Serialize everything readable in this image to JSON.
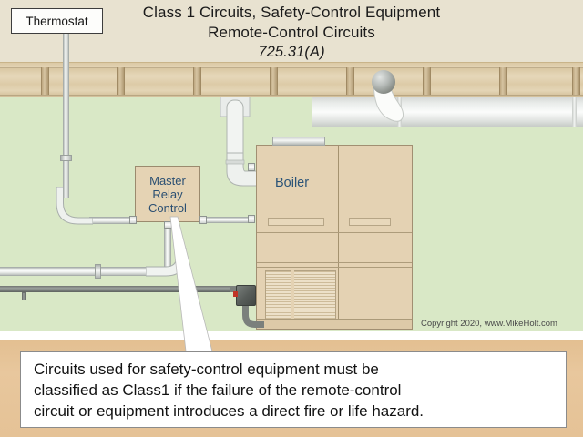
{
  "title": {
    "line1": "Class 1 Circuits, Safety-Control Equipment",
    "line2": "Remote-Control Circuits",
    "line3": "725.31(A)"
  },
  "labels": {
    "thermostat": "Thermostat",
    "boiler": "Boiler",
    "relay_line1": "Master",
    "relay_line2": "Relay",
    "relay_line3": "Control"
  },
  "caption": {
    "line1": "Circuits used for safety-control equipment must be",
    "line2": "classified as Class1 if the failure of the remote-control",
    "line3": "circuit or equipment introduces a direct fire or life hazard."
  },
  "copyright": "Copyright 2020, www.MikeHolt.com",
  "colors": {
    "header_bg": "#e8e2d0",
    "wall_green": "#d9e8c6",
    "floor_tan": "#e6c69a",
    "equipment_tan": "#e4d2b3",
    "label_blue": "#2b5478",
    "conduit_gray": "#7b807c",
    "indicator_red": "#c03427"
  }
}
